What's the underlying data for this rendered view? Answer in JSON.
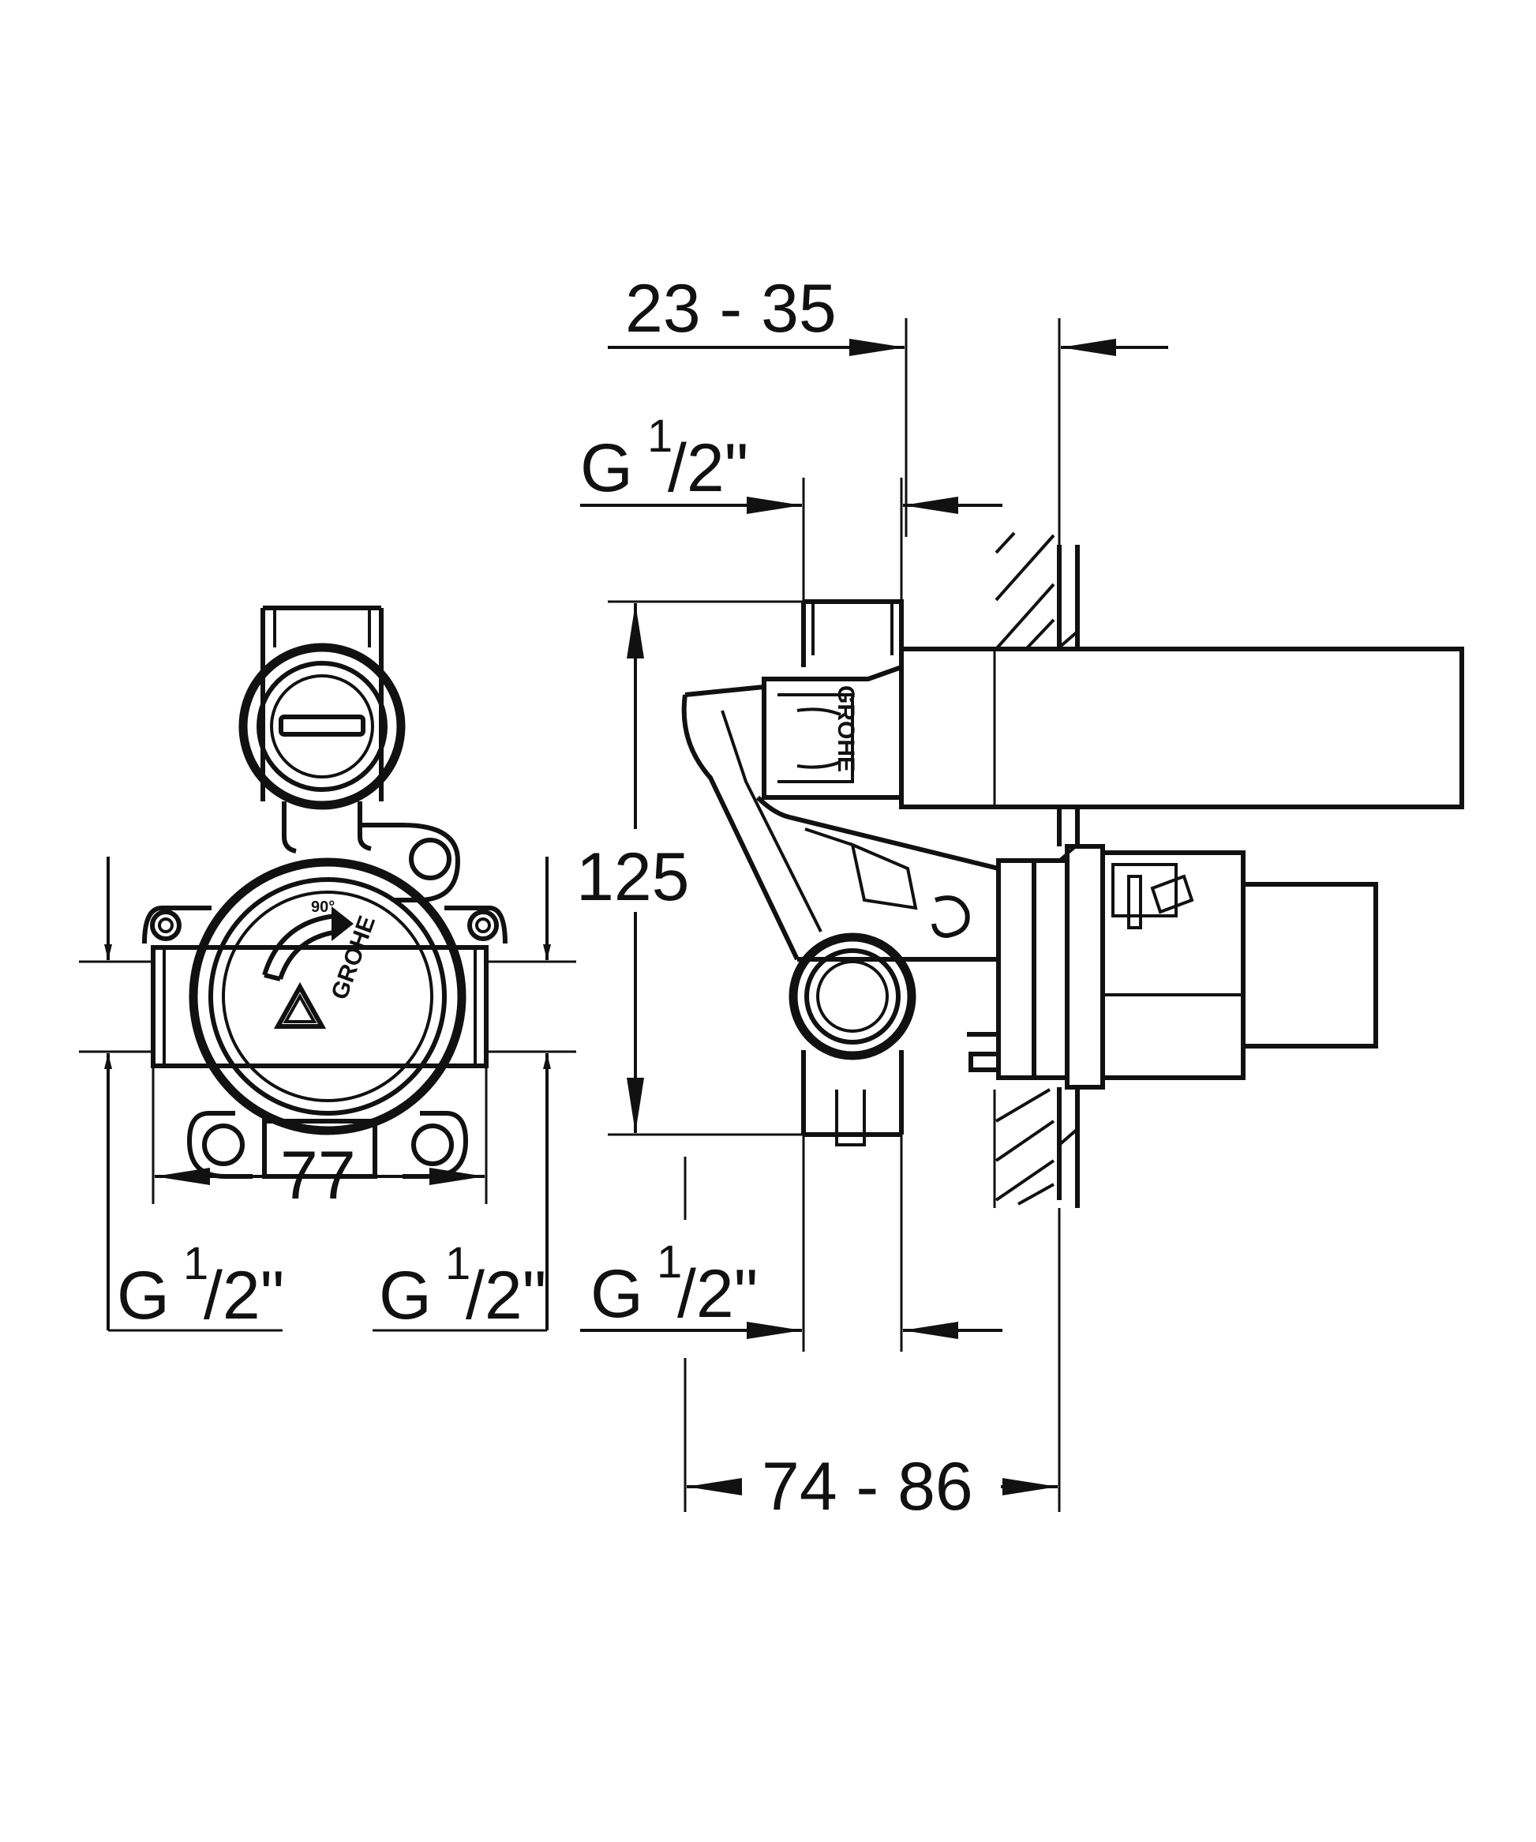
{
  "dimensions": {
    "top_depth": "23 - 35",
    "bottom_depth": "74 - 86",
    "height": "125",
    "width": "77"
  },
  "thread": {
    "prefix": "G ",
    "numerator": "1",
    "denominator": "/2\""
  },
  "front_view": {
    "rotation_label": "90°",
    "brand_badge": "GROHE"
  },
  "side_view": {
    "brand_logo": "GROHE"
  },
  "colors": {
    "line": "#111111",
    "background": "#ffffff"
  }
}
